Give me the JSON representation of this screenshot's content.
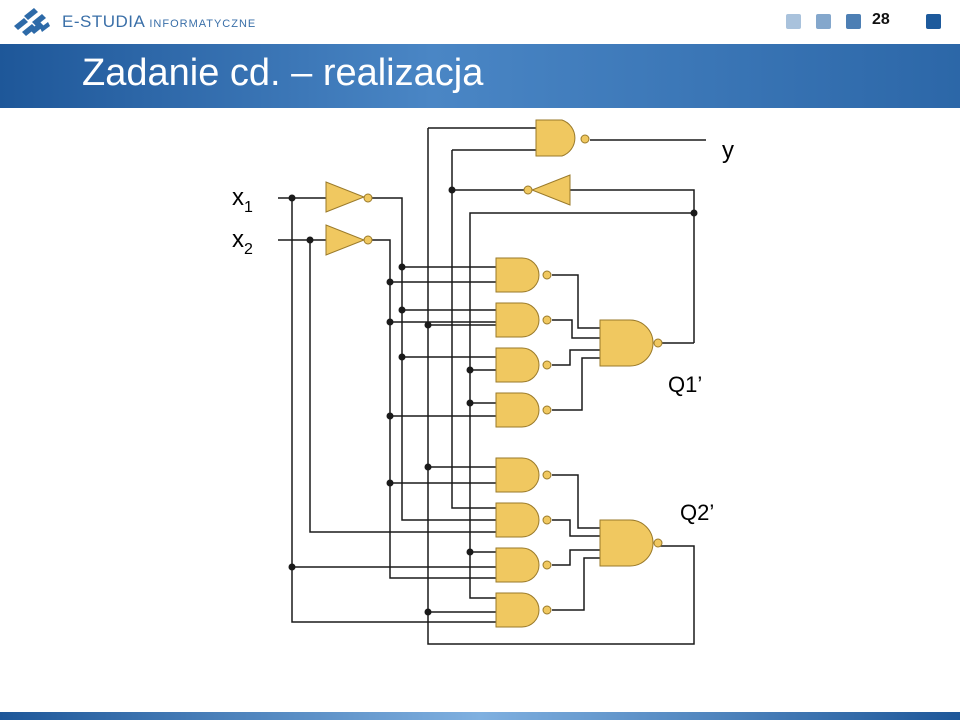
{
  "header": {
    "brand_main": "E-STUDIA",
    "brand_sub": "INFORMATYCZNE",
    "page_number": "28",
    "squares": [
      "#a9c2dc",
      "#84a7cc",
      "#4d7fb4",
      "#1d5a9c"
    ]
  },
  "title": "Zadanie cd. – realizacja",
  "diagram": {
    "input_x": "x",
    "input_x1_sub": "1",
    "input_x2_sub": "2",
    "output_y": "y",
    "output_q1": "Q1’",
    "output_q2": "Q2’",
    "gate_fill": "#f0c860",
    "bubble_fill": "#f0c860"
  }
}
